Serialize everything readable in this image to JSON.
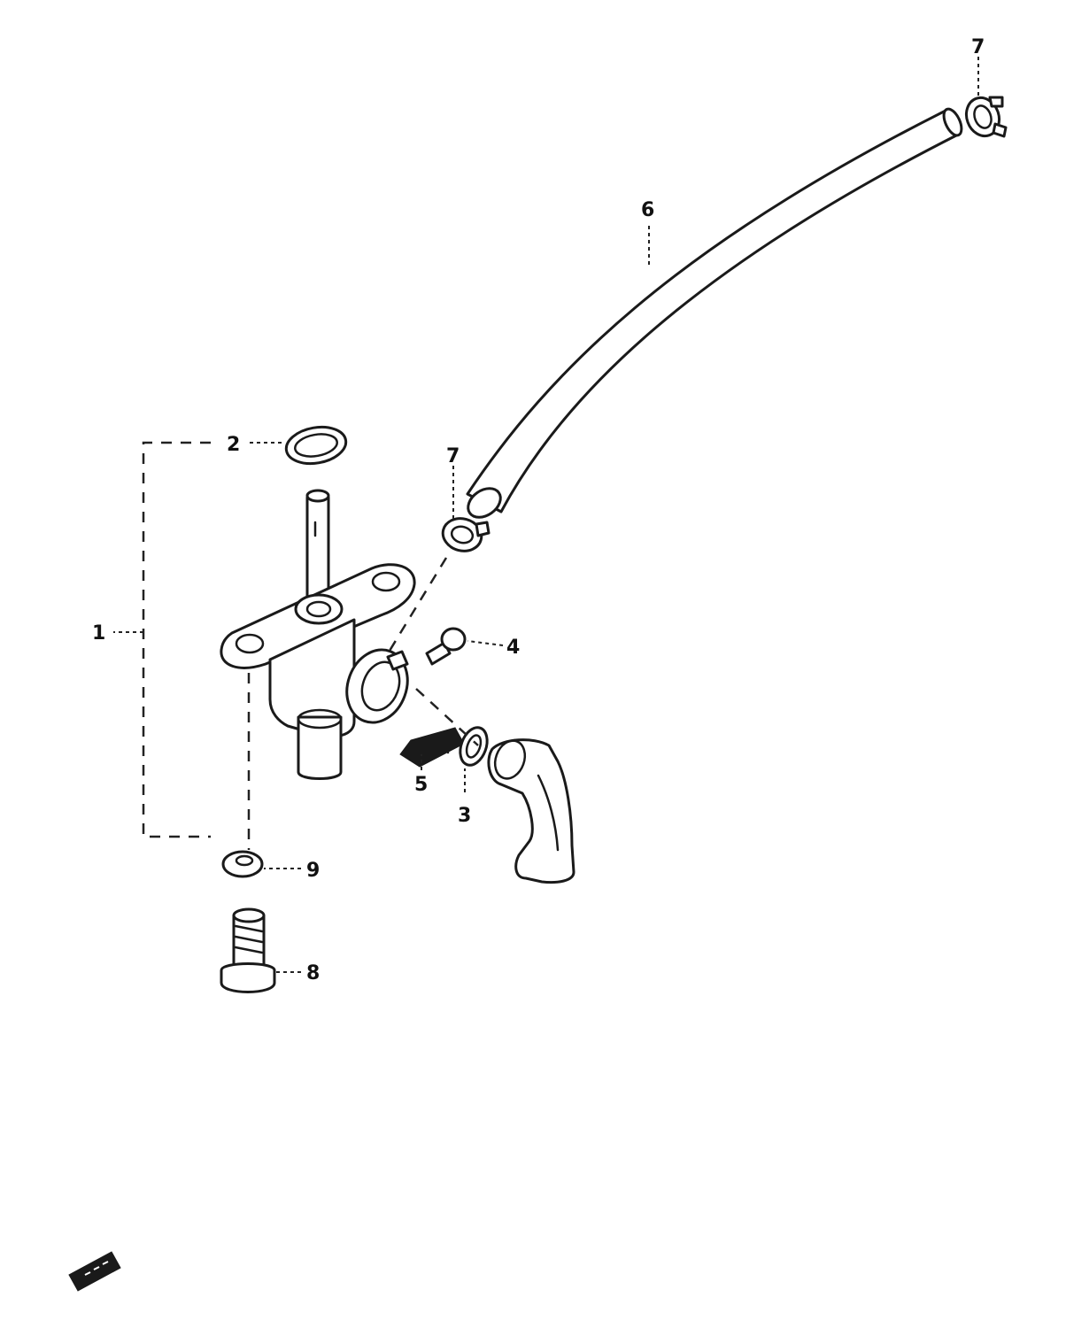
{
  "diagram": {
    "type": "exploded parts diagram",
    "callouts": [
      {
        "id": "1",
        "label": "1"
      },
      {
        "id": "2",
        "label": "2"
      },
      {
        "id": "3",
        "label": "3"
      },
      {
        "id": "4",
        "label": "4"
      },
      {
        "id": "5",
        "label": "5"
      },
      {
        "id": "6",
        "label": "6"
      },
      {
        "id": "7a",
        "label": "7"
      },
      {
        "id": "7b",
        "label": "7"
      },
      {
        "id": "8",
        "label": "8"
      },
      {
        "id": "9",
        "label": "9"
      }
    ]
  }
}
